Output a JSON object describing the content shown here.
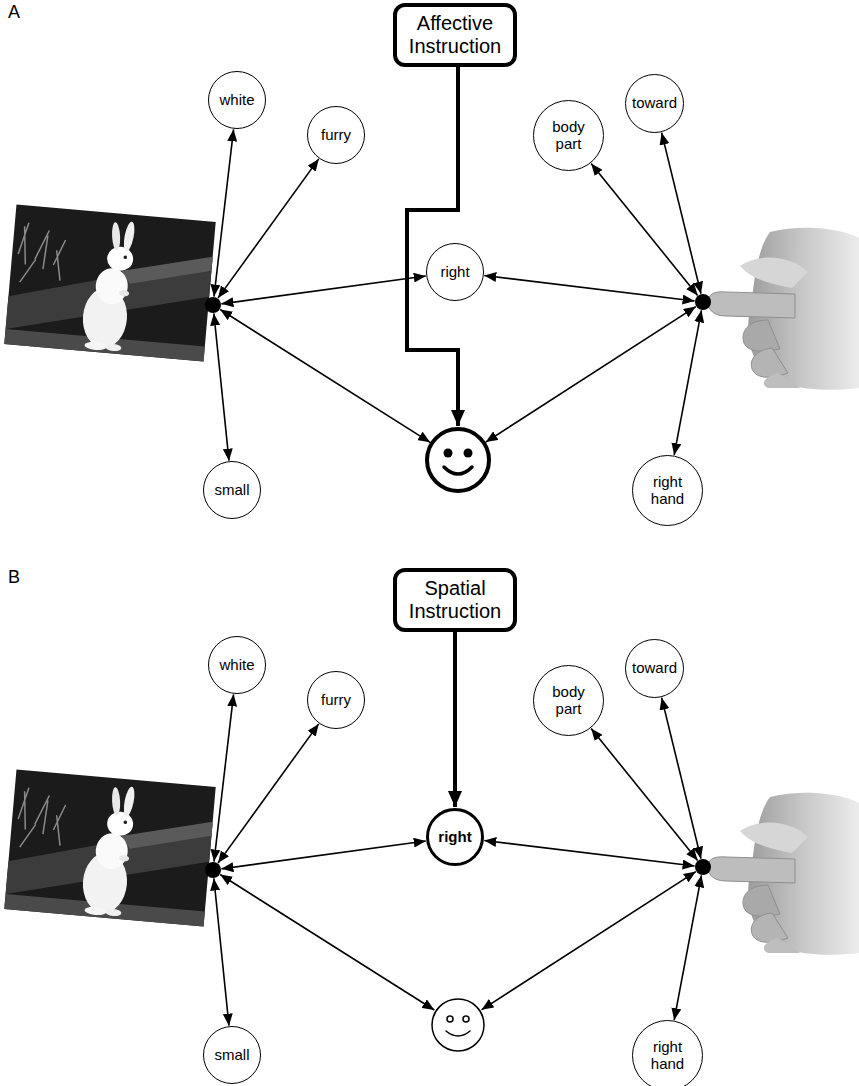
{
  "diagram": {
    "nodes": [
      {
        "text": [
          "Affective Instruction"
        ]
      },
      {
        "text": [
          "white"
        ]
      },
      {
        "text": [
          "toward"
        ]
      },
      {
        "text": [
          "furry"
        ]
      },
      {
        "text": [
          "body part"
        ]
      },
      {
        "text": [
          "right"
        ]
      },
      {
        "text": [
          "small"
        ]
      },
      {
        "text": [
          "right hand"
        ]
      },
      {
        "text": [
          "Spatial Instruction"
        ]
      },
      {
        "text": [
          "white"
        ]
      },
      {
        "text": [
          "toward"
        ]
      },
      {
        "text": [
          "furry"
        ]
      },
      {
        "text": [
          "body part"
        ]
      },
      {
        "text": [
          "right"
        ]
      },
      {
        "text": [
          "small"
        ]
      },
      {
        "text": [
          "right hand"
        ]
      }
    ],
    "edges": [
      {
        "from": 8,
        "to": 13,
        "arrow": "to"
      }
    ],
    "labels": [
      "A",
      "B"
    ]
  }
}
